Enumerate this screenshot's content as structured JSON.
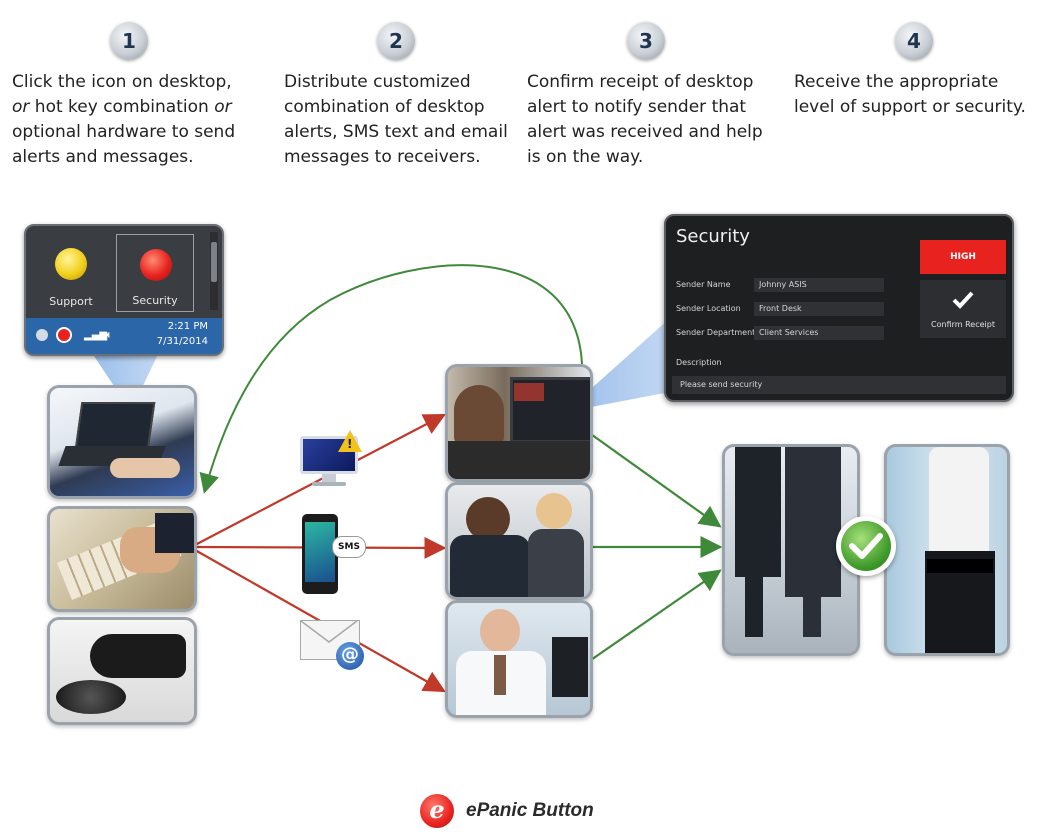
{
  "steps": [
    {
      "number": "1",
      "lines": [
        "Click the icon on desktop,",
        "or hot key combination or",
        "optional hardware to send",
        "alerts and messages."
      ]
    },
    {
      "number": "2",
      "lines": [
        "Distribute customized",
        "combination of desktop",
        "alerts, SMS text and email",
        "messages to receivers."
      ]
    },
    {
      "number": "3",
      "lines": [
        "Confirm receipt of desktop",
        "alert to notify sender that",
        "alert was received and help",
        "is on the way."
      ]
    },
    {
      "number": "4",
      "lines": [
        "Receive the appropriate",
        "level of support or security."
      ]
    }
  ],
  "step1_or": "or",
  "tray": {
    "support_label": "Support",
    "security_label": "Security",
    "time": "2:21 PM",
    "date": "7/31/2014"
  },
  "alert_card": {
    "title": "Security",
    "level": "HIGH",
    "confirm_label": "Confirm Receipt",
    "fields": [
      {
        "label": "Sender Name",
        "value": "Johnny ASIS"
      },
      {
        "label": "Sender Location",
        "value": "Front Desk"
      },
      {
        "label": "Sender Department",
        "value": "Client Services"
      }
    ],
    "description_label": "Description",
    "description_value": "Please send security"
  },
  "sms_badge": "SMS",
  "brand": {
    "logo_letter": "e",
    "name": "ePanic Button"
  },
  "colors": {
    "accent_red": "#e8231f",
    "arrow_red": "#c0392b",
    "arrow_green": "#3f8a3a",
    "step_number": "#1f3550"
  }
}
